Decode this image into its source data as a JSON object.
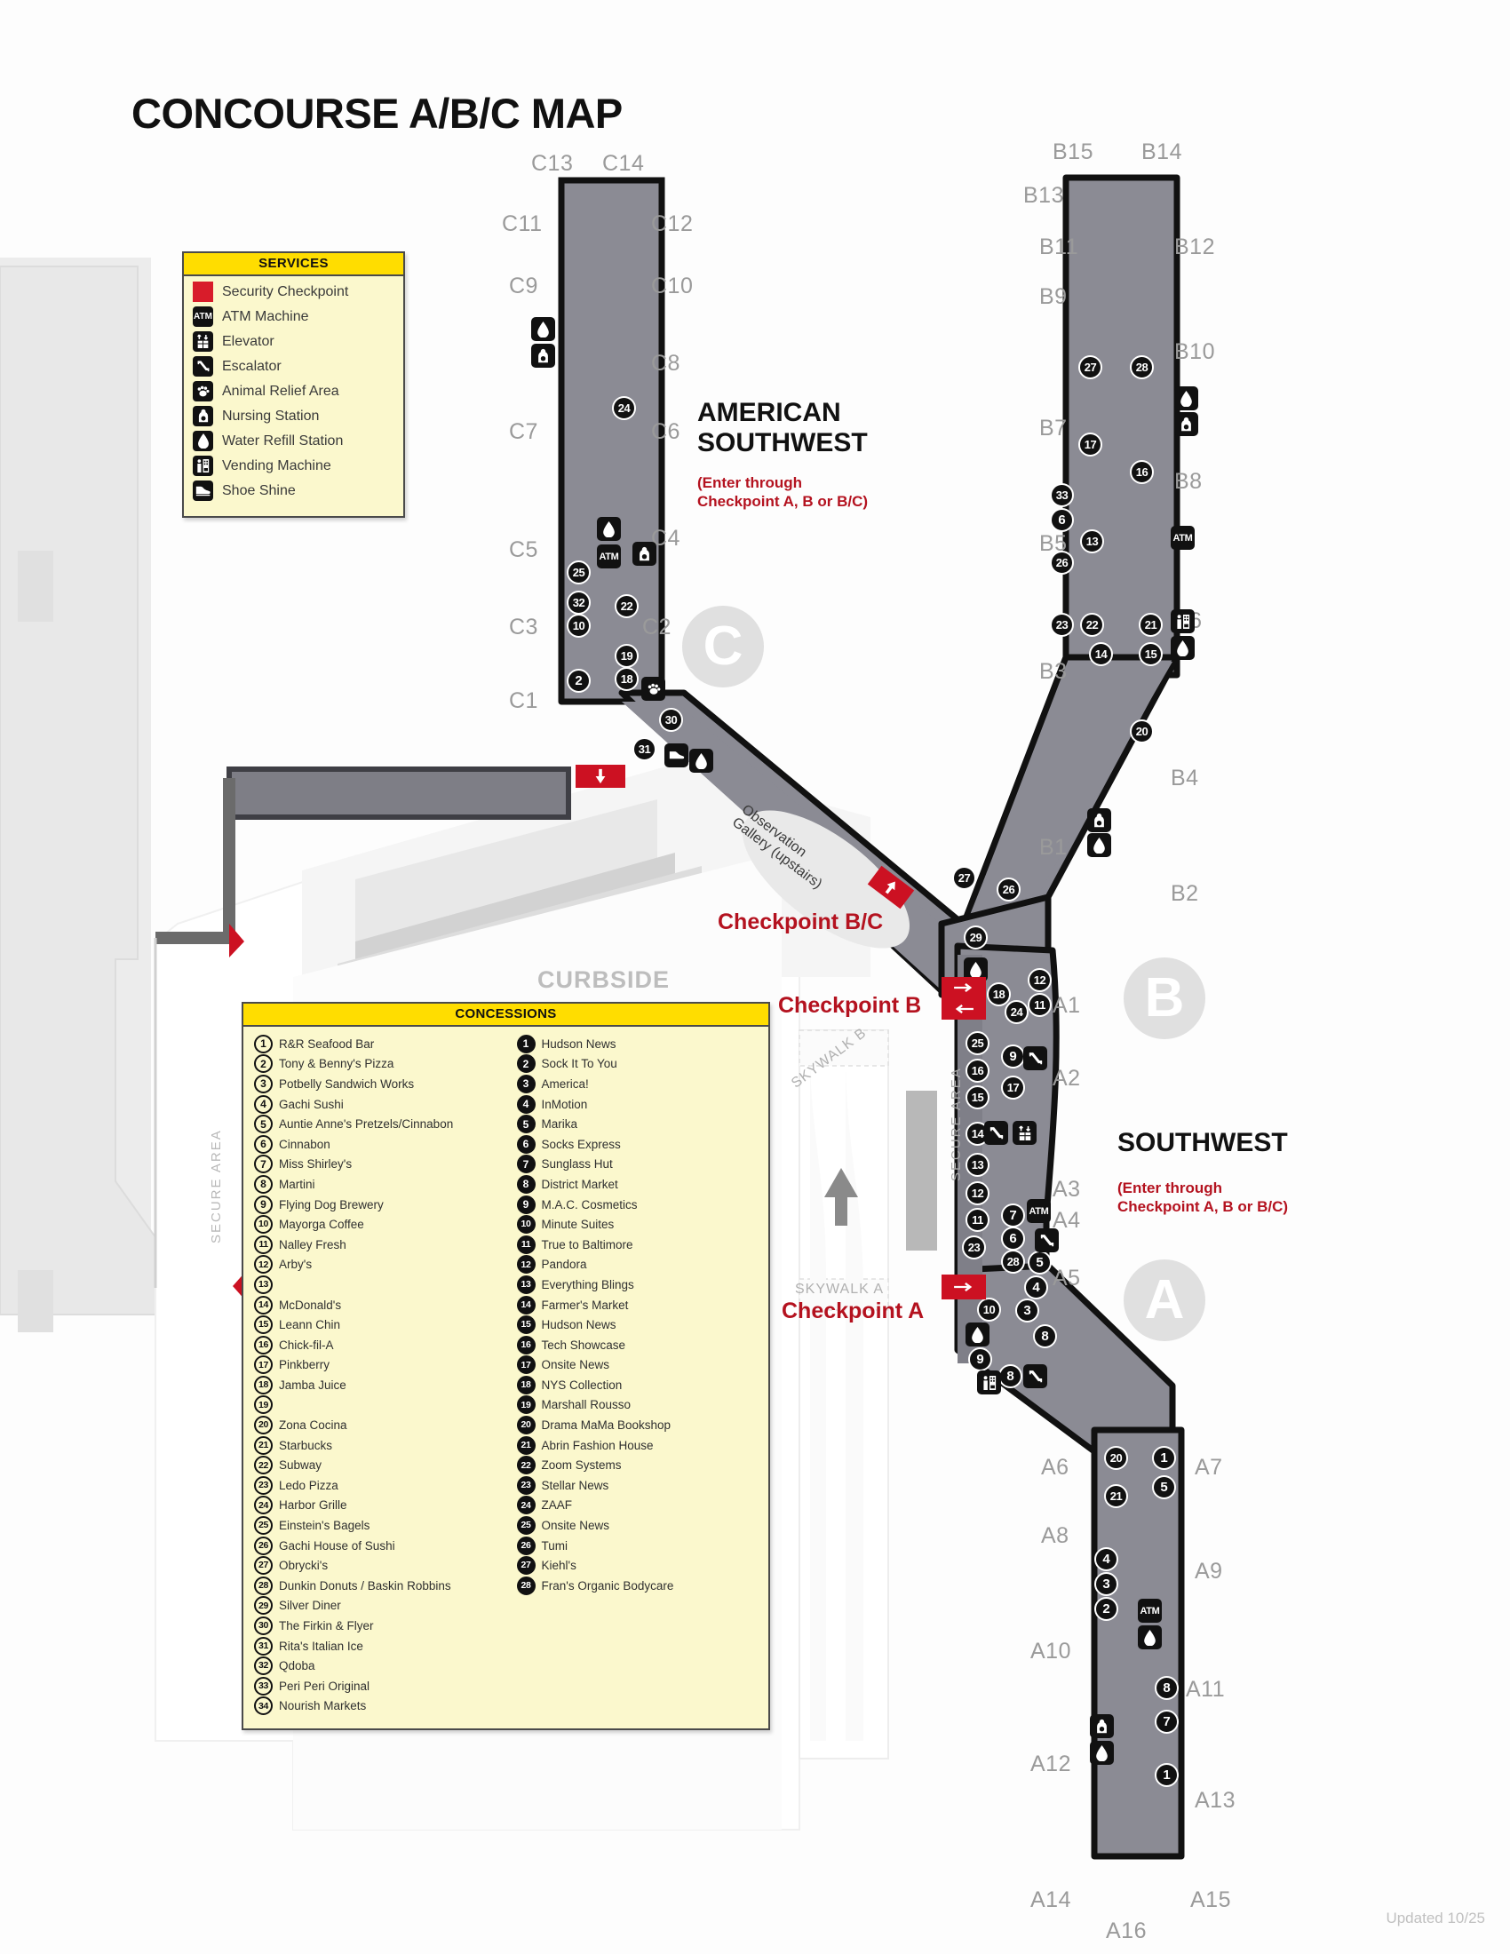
{
  "title": "CONCOURSE A/B/C MAP",
  "updated": "Updated 10/25",
  "services_legend": {
    "header": "SERVICES",
    "items": [
      {
        "icon": "security-checkpoint-icon",
        "label": "Security Checkpoint"
      },
      {
        "icon": "atm-icon",
        "label": "ATM Machine"
      },
      {
        "icon": "elevator-icon",
        "label": "Elevator"
      },
      {
        "icon": "escalator-icon",
        "label": "Escalator"
      },
      {
        "icon": "animal-relief-icon",
        "label": "Animal Relief Area"
      },
      {
        "icon": "nursing-station-icon",
        "label": "Nursing Station"
      },
      {
        "icon": "water-refill-icon",
        "label": "Water Refill Station"
      },
      {
        "icon": "vending-machine-icon",
        "label": "Vending Machine"
      },
      {
        "icon": "shoe-shine-icon",
        "label": "Shoe Shine"
      }
    ]
  },
  "concessions_legend": {
    "header": "CONCESSIONS",
    "left_column": [
      {
        "num": "1",
        "label": "R&R Seafood Bar"
      },
      {
        "num": "2",
        "label": "Tony & Benny's Pizza"
      },
      {
        "num": "3",
        "label": "Potbelly Sandwich Works"
      },
      {
        "num": "4",
        "label": "Gachi Sushi"
      },
      {
        "num": "5",
        "label": "Auntie Anne's Pretzels/Cinnabon"
      },
      {
        "num": "6",
        "label": "Cinnabon"
      },
      {
        "num": "7",
        "label": "Miss Shirley's"
      },
      {
        "num": "8",
        "label": "Martini"
      },
      {
        "num": "9",
        "label": "Flying Dog Brewery"
      },
      {
        "num": "10",
        "label": "Mayorga Coffee"
      },
      {
        "num": "11",
        "label": "Nalley Fresh"
      },
      {
        "num": "12",
        "label": "Arby's"
      },
      {
        "num": "13",
        "label": ""
      },
      {
        "num": "14",
        "label": "McDonald's"
      },
      {
        "num": "15",
        "label": "Leann Chin"
      },
      {
        "num": "16",
        "label": "Chick-fil-A"
      },
      {
        "num": "17",
        "label": "Pinkberry"
      },
      {
        "num": "18",
        "label": "Jamba Juice"
      },
      {
        "num": "19",
        "label": ""
      },
      {
        "num": "20",
        "label": "Zona Cocina"
      },
      {
        "num": "21",
        "label": "Starbucks"
      },
      {
        "num": "22",
        "label": "Subway"
      },
      {
        "num": "23",
        "label": "Ledo Pizza"
      },
      {
        "num": "24",
        "label": "Harbor Grille"
      },
      {
        "num": "25",
        "label": "Einstein's Bagels"
      },
      {
        "num": "26",
        "label": "Gachi House of Sushi"
      },
      {
        "num": "27",
        "label": "Obrycki's"
      },
      {
        "num": "28",
        "label": "Dunkin Donuts / Baskin Robbins"
      },
      {
        "num": "29",
        "label": "Silver Diner"
      },
      {
        "num": "30",
        "label": "The Firkin & Flyer"
      },
      {
        "num": "31",
        "label": "Rita's Italian Ice"
      },
      {
        "num": "32",
        "label": "Qdoba"
      },
      {
        "num": "33",
        "label": "Peri Peri Original"
      },
      {
        "num": "34",
        "label": "Nourish Markets"
      }
    ],
    "right_column": [
      {
        "num": "1",
        "label": "Hudson News"
      },
      {
        "num": "2",
        "label": "Sock It To You"
      },
      {
        "num": "3",
        "label": "America!"
      },
      {
        "num": "4",
        "label": "InMotion"
      },
      {
        "num": "5",
        "label": "Marika"
      },
      {
        "num": "6",
        "label": "Socks Express"
      },
      {
        "num": "7",
        "label": "Sunglass Hut"
      },
      {
        "num": "8",
        "label": "District Market"
      },
      {
        "num": "9",
        "label": "M.A.C. Cosmetics"
      },
      {
        "num": "10",
        "label": "Minute Suites"
      },
      {
        "num": "11",
        "label": "True to Baltimore"
      },
      {
        "num": "12",
        "label": "Pandora"
      },
      {
        "num": "13",
        "label": "Everything Blings"
      },
      {
        "num": "14",
        "label": "Farmer's Market"
      },
      {
        "num": "15",
        "label": "Hudson News"
      },
      {
        "num": "16",
        "label": "Tech Showcase"
      },
      {
        "num": "17",
        "label": "Onsite News"
      },
      {
        "num": "18",
        "label": "NYS Collection"
      },
      {
        "num": "19",
        "label": "Marshall Rousso"
      },
      {
        "num": "20",
        "label": "Drama MaMa Bookshop"
      },
      {
        "num": "21",
        "label": "Abrin Fashion House"
      },
      {
        "num": "22",
        "label": "Zoom Systems"
      },
      {
        "num": "23",
        "label": "Stellar News"
      },
      {
        "num": "24",
        "label": "ZAAF"
      },
      {
        "num": "25",
        "label": "Onsite News"
      },
      {
        "num": "26",
        "label": "Tumi"
      },
      {
        "num": "27",
        "label": "Kiehl's"
      },
      {
        "num": "28",
        "label": "Fran's Organic Bodycare"
      }
    ]
  },
  "airlines": [
    {
      "name_line1": "AMERICAN",
      "name_line2": "SOUTHWEST",
      "sub_line1": "(Enter through",
      "sub_line2": "Checkpoint A, B or B/C)"
    },
    {
      "name_line1": "SOUTHWEST",
      "name_line2": "",
      "sub_line1": "(Enter through",
      "sub_line2": "Checkpoint A, B or B/C)"
    }
  ],
  "checkpoints": [
    {
      "label": "Checkpoint B/C"
    },
    {
      "label": "Checkpoint B"
    },
    {
      "label": "Checkpoint A"
    }
  ],
  "map_labels": {
    "curbside": "CURBSIDE",
    "secure_area_left": "SECURE AREA",
    "secure_area_right": "SECURE AREA",
    "skywalk_a": "SKYWALK A",
    "skywalk_b": "SKYWALK B",
    "observation_gallery_line1": "Observation",
    "observation_gallery_line2": "Gallery (upstairs)"
  },
  "watermarks": [
    {
      "letter": "C"
    },
    {
      "letter": "B"
    },
    {
      "letter": "A"
    }
  ],
  "gates": {
    "concourse_c": [
      "C13",
      "C14",
      "C11",
      "C12",
      "C9",
      "C10",
      "C8",
      "C7",
      "C6",
      "C5",
      "C4",
      "C3",
      "C2",
      "C1"
    ],
    "concourse_b": [
      "B15",
      "B14",
      "B13",
      "B11",
      "B12",
      "B9",
      "B10",
      "B7",
      "B8",
      "B5",
      "B6",
      "B3",
      "B4",
      "B1",
      "B2"
    ],
    "concourse_a": [
      "A1",
      "A2",
      "A3",
      "A4",
      "A5",
      "A6",
      "A7",
      "A8",
      "A9",
      "A10",
      "A11",
      "A12",
      "A13",
      "A14",
      "A15",
      "A16"
    ]
  },
  "map_markers": {
    "concourse_c": [
      "24",
      "25",
      "32",
      "10",
      "22",
      "19",
      "18",
      "2",
      "30",
      "31"
    ],
    "concourse_b": [
      "27",
      "28",
      "17",
      "16",
      "33",
      "6",
      "13",
      "26",
      "23",
      "22",
      "21",
      "14",
      "15",
      "20",
      "27",
      "26"
    ],
    "concourse_a": [
      "29",
      "18",
      "24",
      "12",
      "11",
      "25",
      "16",
      "15",
      "14",
      "13",
      "12",
      "11",
      "23",
      "9",
      "17",
      "7",
      "6",
      "28",
      "5",
      "4",
      "3",
      "10",
      "9",
      "8",
      "8",
      "20",
      "21",
      "1",
      "5",
      "4",
      "3",
      "2",
      "8",
      "7",
      "1"
    ]
  },
  "colors": {
    "legend_header": "#ffdd00",
    "legend_body": "#fbf8cd",
    "checkpoint_red": "#cc1122",
    "checkpoint_text": "#b4121f",
    "terminal_fill": "#8b8b94",
    "terminal_stroke": "#111111",
    "gate_text": "#9a9a9a"
  }
}
